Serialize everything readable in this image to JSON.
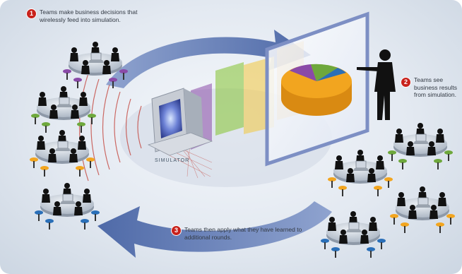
{
  "callouts": [
    {
      "number": "1",
      "text": "Teams make business decisions that wirelessly feed into simulation."
    },
    {
      "number": "2",
      "text": "Teams see business results from simulation."
    },
    {
      "number": "3",
      "text": "Teams then apply what they have learned to additional rounds."
    }
  ],
  "simulator_label": "SIMULATOR",
  "icons": [
    "team-table-icon",
    "laptop-icon",
    "simulator-computer-icon",
    "wireless-signal-icon",
    "presenter-icon",
    "pie-chart-icon",
    "cycle-arrow-icon"
  ],
  "colors": {
    "arrow_blue": "#4f6aa8",
    "callout_red": "#c8221c",
    "screen_frame": "#7d8fc4",
    "pie_orange": "#f2a51f",
    "pie_purple": "#8a4aa8",
    "pie_green": "#6ea83c",
    "pie_blue": "#2a6fb8",
    "wifi_red": "#c4473f",
    "table_grey": "#b9c3cf"
  }
}
